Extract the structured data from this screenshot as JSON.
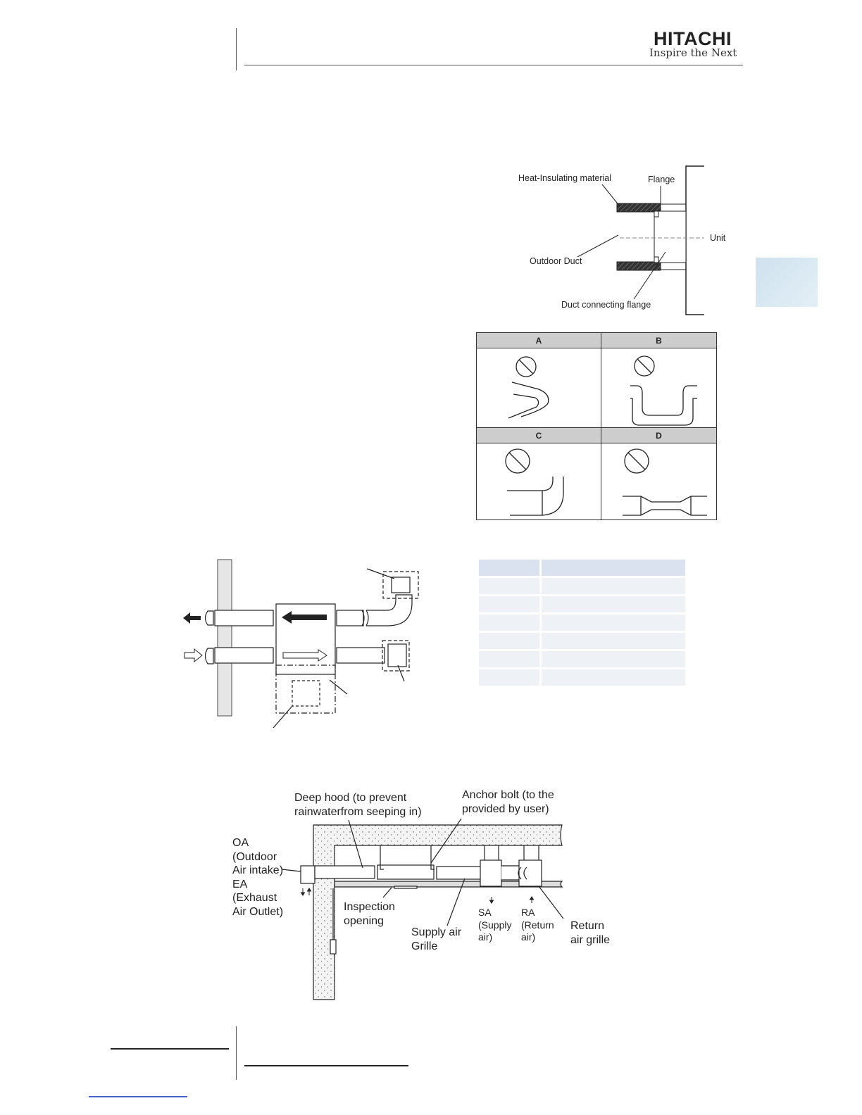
{
  "header": {
    "brand": "HITACHI",
    "tagline": "Inspire the Next"
  },
  "figure_flange": {
    "labels": {
      "heat_insulating": "Heat-Insulating material",
      "flange": "Flange",
      "unit": "Unit",
      "outdoor_duct": "Outdoor Duct",
      "duct_connecting_flange": "Duct connecting flange"
    }
  },
  "figure_bends": {
    "headers": [
      "A",
      "B",
      "C",
      "D"
    ]
  },
  "figure_ceiling": {
    "labels": {
      "deep_hood_1": "Deep hood (to prevent",
      "deep_hood_2": "rainwaterfrom seeping in)",
      "anchor_1": "Anchor bolt (to the",
      "anchor_2": "provided by user)",
      "oa_1": "OA",
      "oa_2": "(Outdoor",
      "oa_3": "Air intake)",
      "ea_1": "EA",
      "ea_2": "(Exhaust",
      "ea_3": "Air Outlet)",
      "inspection_1": "Inspection",
      "inspection_2": "opening",
      "supply_grille_1": "Supply air",
      "supply_grille_2": "Grille",
      "sa_1": "SA",
      "sa_2": "(Supply",
      "sa_3": "air)",
      "ra_1": "RA",
      "ra_2": "(Return",
      "ra_3": "air)",
      "return_grille_1": "Return",
      "return_grille_2": "air grille"
    }
  }
}
